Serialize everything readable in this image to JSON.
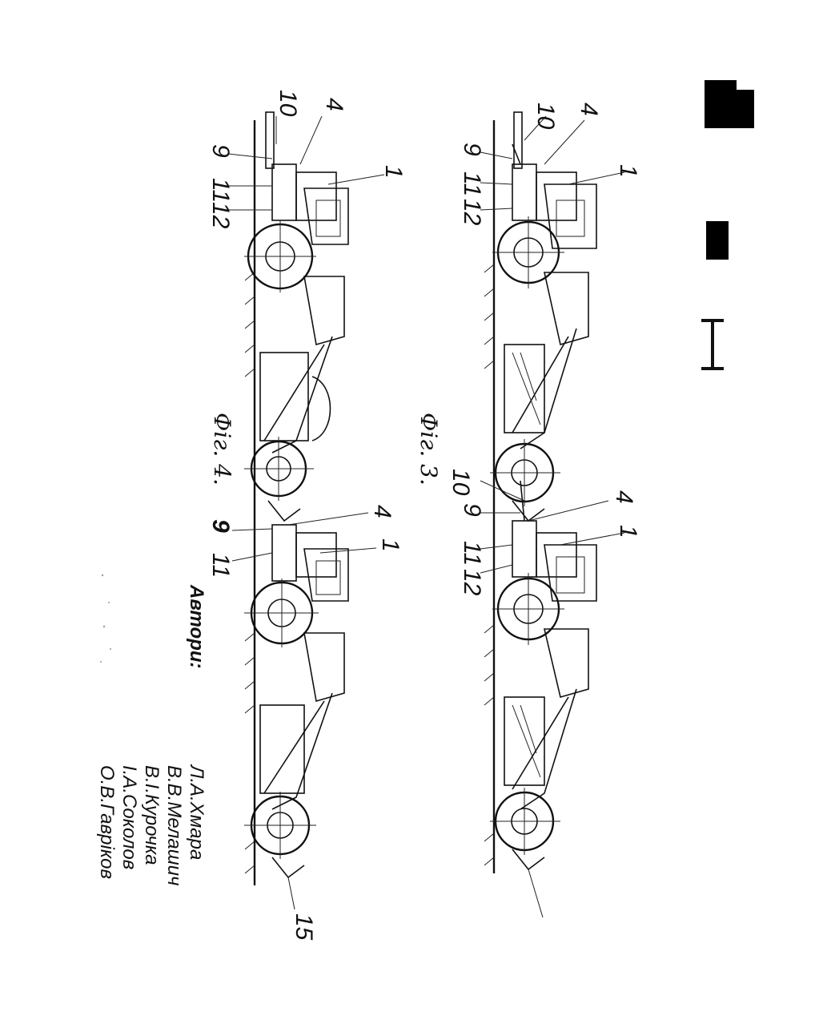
{
  "page_mark": {
    "digit": "1",
    "bar_glyph": "I"
  },
  "figures": {
    "fig3": {
      "caption": "Фiг. 3.",
      "labels_unit1": [
        "10",
        "4",
        "9",
        "1",
        "11",
        "12"
      ],
      "labels_unit2": [
        "10",
        "4",
        "9",
        "1",
        "11",
        "12"
      ]
    },
    "fig4": {
      "caption": "Фiг. 4.",
      "labels_unit1": [
        "10",
        "4",
        "9",
        "1",
        "11",
        "12"
      ],
      "labels_unit2": [
        "4",
        "9",
        "1",
        "11"
      ],
      "label_end": "15"
    }
  },
  "authors": {
    "heading": "Автори:",
    "names": [
      "Л.А.Хмара",
      "В.В.Мелашич",
      "В.І.Курочка",
      "І.А.Соколов",
      "О.В.Гавріков"
    ]
  }
}
